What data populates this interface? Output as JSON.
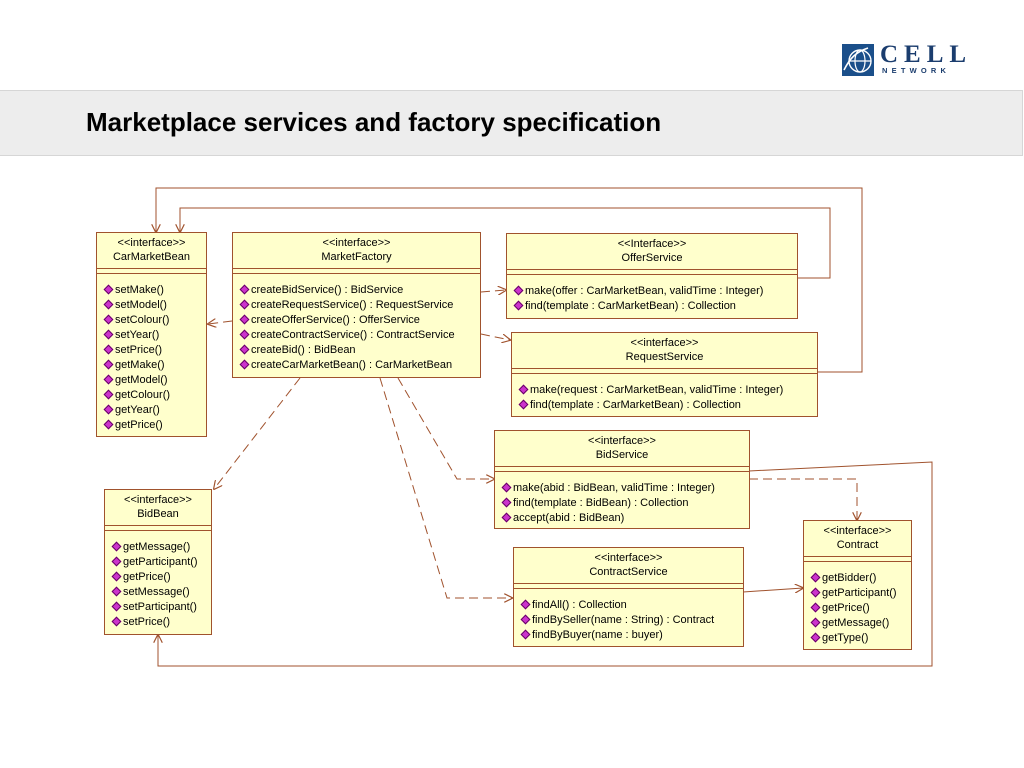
{
  "header": {
    "title": "Marketplace services and factory specification",
    "logo": {
      "word": "CELL",
      "sub": "NETWORK",
      "colors": {
        "mark": "#1b4f8a",
        "text": "#1b3d6e"
      }
    }
  },
  "diagram": {
    "colors": {
      "class_fill": "#ffffcc",
      "class_border": "#a0522d",
      "connector": "#a0522d",
      "op_icon": "#cc33cc"
    },
    "classes": {
      "carmarketbean": {
        "stereotype": "<<interface>>",
        "name": "CarMarketBean",
        "operations": [
          "setMake()",
          "setModel()",
          "setColour()",
          "setYear()",
          "setPrice()",
          "getMake()",
          "getModel()",
          "getColour()",
          "getYear()",
          "getPrice()"
        ]
      },
      "marketfactory": {
        "stereotype": "<<interface>>",
        "name": "MarketFactory",
        "operations": [
          "createBidService() : BidService",
          "createRequestService() : RequestService",
          "createOfferService() : OfferService",
          "createContractService() : ContractService",
          "createBid() : BidBean",
          "createCarMarketBean() : CarMarketBean"
        ]
      },
      "offerservice": {
        "stereotype": "<<Interface>>",
        "name": "OfferService",
        "operations": [
          "make(offer : CarMarketBean, validTime : Integer)",
          "find(template : CarMarketBean) : Collection"
        ]
      },
      "requestservice": {
        "stereotype": "<<interface>>",
        "name": "RequestService",
        "operations": [
          "make(request : CarMarketBean, validTime : Integer)",
          "find(template : CarMarketBean) : Collection"
        ]
      },
      "bidservice": {
        "stereotype": "<<interface>>",
        "name": "BidService",
        "operations": [
          "make(abid : BidBean, validTime : Integer)",
          "find(template : BidBean) : Collection",
          "accept(abid : BidBean)"
        ]
      },
      "bidbean": {
        "stereotype": "<<interface>>",
        "name": "BidBean",
        "operations": [
          "getMessage()",
          "getParticipant()",
          "getPrice()",
          "setMessage()",
          "setParticipant()",
          "setPrice()"
        ]
      },
      "contractservice": {
        "stereotype": "<<interface>>",
        "name": "ContractService",
        "operations": [
          "findAll() : Collection",
          "findBySeller(name : String) : Contract",
          "findByBuyer(name : buyer)"
        ]
      },
      "contract": {
        "stereotype": "<<interface>>",
        "name": "Contract",
        "operations": [
          "getBidder()",
          "getParticipant()",
          "getPrice()",
          "getMessage()",
          "getType()"
        ]
      }
    }
  }
}
